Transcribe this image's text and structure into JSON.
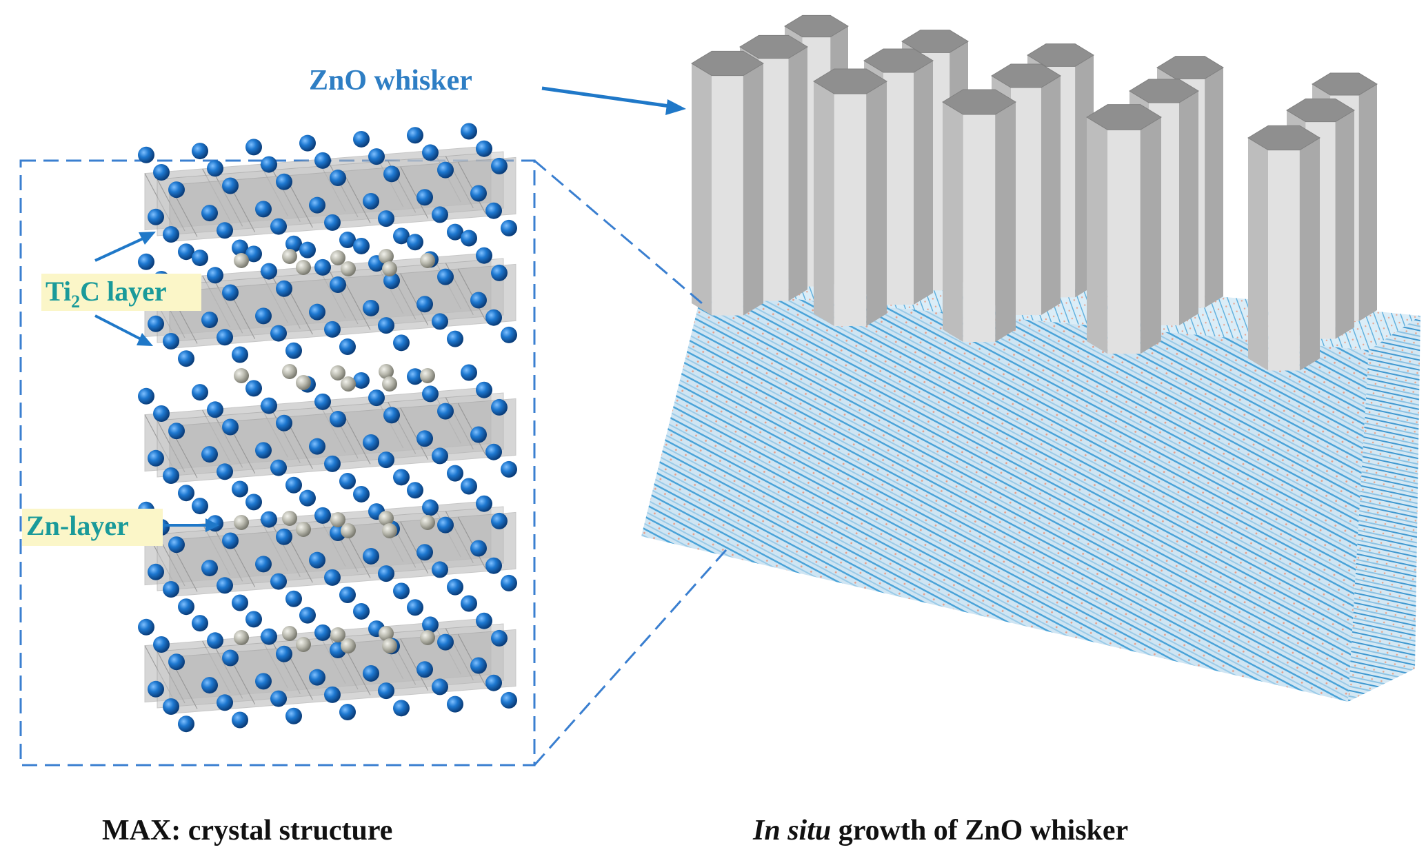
{
  "labels": {
    "zno_whisker": "ZnO whisker",
    "ti2c_main": "Ti",
    "ti2c_sub": "2",
    "ti2c_rest": "C layer",
    "zn_layer": "Zn-layer"
  },
  "captions": {
    "left": "MAX: crystal structure",
    "right_italic": "In situ",
    "right_rest": " growth of ZnO whisker"
  },
  "colors": {
    "label_blue": "#2e7ec4",
    "label_teal": "#1a9a9a",
    "highlight": "#fbf6c8",
    "atom_blue": "#1f6fc2",
    "atom_gray": "#b8b8ae",
    "whisker": "#d2d2d2",
    "dash": "#3a7fd0"
  }
}
